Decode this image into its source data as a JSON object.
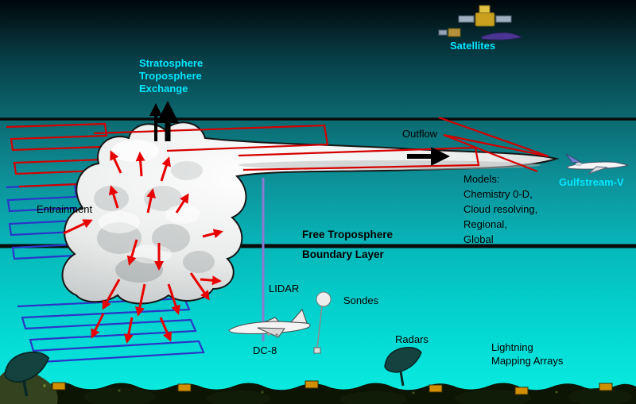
{
  "labels": {
    "satellites": "Satellites",
    "stratosphere_exchange": "Stratosphere\nTroposphere\nExchange",
    "outflow": "Outflow",
    "models": "Models:\nChemistry 0-D,\nCloud resolving,\nRegional,\nGlobal",
    "gulfstream": "Gulfstream-V",
    "entrainment": "Entrainment",
    "free_troposphere": "Free Troposphere",
    "boundary_layer": "Boundary Layer",
    "lidar": "LIDAR",
    "sondes": "Sondes",
    "dc8": "DC-8",
    "radars": "Radars",
    "lightning_mapping": "Lightning\nMapping Arrays"
  },
  "colors": {
    "cyan_label": "#00e6ff",
    "black_label": "#000000",
    "flight_track_red": "#d40000",
    "flight_track_blue": "#2a35c8",
    "arrow_red": "#e80000",
    "arrow_black": "#000000",
    "lidar_beam": "#8a7ad0",
    "instrument_box": "#d18f00",
    "sky_top": "#01070a",
    "sky_bottom": "#0ceee2",
    "ground": "#0c1403"
  },
  "icons": {
    "satellite": "satellite-icon",
    "cloud": "thunderstorm-cloud",
    "dc8": "dc8-aircraft-icon",
    "gulfstream": "gulfstream-aircraft-icon",
    "balloon": "sonde-balloon-icon",
    "radar": "radar-dish-icon",
    "lidar": "lidar-beam",
    "instrument": "ground-instrument-icon"
  }
}
